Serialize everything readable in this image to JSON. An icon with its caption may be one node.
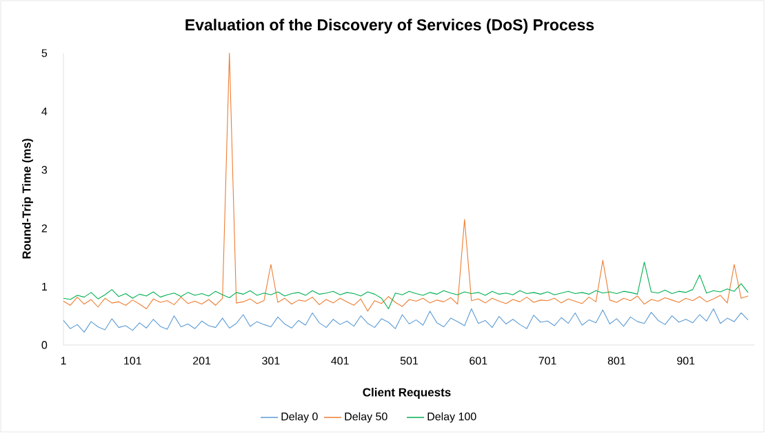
{
  "diagram": {
    "chart_data": {
      "type": "line",
      "title": "Evaluation of the Discovery of Services (DoS) Process",
      "xlabel": "Client Requests",
      "ylabel": "Round-Trip Time (ms)",
      "x": [
        1,
        11,
        21,
        31,
        41,
        51,
        61,
        71,
        81,
        91,
        101,
        111,
        121,
        131,
        141,
        151,
        161,
        171,
        181,
        191,
        201,
        211,
        221,
        231,
        241,
        251,
        261,
        271,
        281,
        291,
        301,
        311,
        321,
        331,
        341,
        351,
        361,
        371,
        381,
        391,
        401,
        411,
        421,
        431,
        441,
        451,
        461,
        471,
        481,
        491,
        501,
        511,
        521,
        531,
        541,
        551,
        561,
        571,
        581,
        591,
        601,
        611,
        621,
        631,
        641,
        651,
        661,
        671,
        681,
        691,
        701,
        711,
        721,
        731,
        741,
        751,
        761,
        771,
        781,
        791,
        801,
        811,
        821,
        831,
        841,
        851,
        861,
        871,
        881,
        891,
        901,
        911,
        921,
        931,
        941,
        951,
        961,
        971,
        981,
        991
      ],
      "series": [
        {
          "name": "Delay 0",
          "color": "#5b9bd5",
          "values": [
            0.42,
            0.28,
            0.35,
            0.22,
            0.4,
            0.31,
            0.26,
            0.45,
            0.3,
            0.33,
            0.25,
            0.38,
            0.29,
            0.44,
            0.32,
            0.27,
            0.5,
            0.31,
            0.36,
            0.28,
            0.41,
            0.33,
            0.3,
            0.46,
            0.29,
            0.37,
            0.52,
            0.32,
            0.4,
            0.35,
            0.31,
            0.48,
            0.36,
            0.29,
            0.42,
            0.34,
            0.55,
            0.38,
            0.3,
            0.44,
            0.35,
            0.41,
            0.32,
            0.5,
            0.37,
            0.3,
            0.45,
            0.39,
            0.28,
            0.52,
            0.36,
            0.43,
            0.34,
            0.58,
            0.38,
            0.31,
            0.46,
            0.4,
            0.33,
            0.62,
            0.37,
            0.42,
            0.3,
            0.49,
            0.36,
            0.44,
            0.35,
            0.28,
            0.51,
            0.39,
            0.41,
            0.33,
            0.47,
            0.37,
            0.55,
            0.34,
            0.43,
            0.38,
            0.6,
            0.36,
            0.45,
            0.32,
            0.48,
            0.4,
            0.37,
            0.56,
            0.42,
            0.35,
            0.5,
            0.39,
            0.44,
            0.38,
            0.52,
            0.41,
            0.62,
            0.37,
            0.46,
            0.4,
            0.55,
            0.43
          ]
        },
        {
          "name": "Delay 50",
          "color": "#ed7d31",
          "values": [
            0.75,
            0.68,
            0.82,
            0.7,
            0.78,
            0.65,
            0.8,
            0.72,
            0.74,
            0.68,
            0.77,
            0.7,
            0.62,
            0.79,
            0.73,
            0.76,
            0.69,
            0.82,
            0.71,
            0.75,
            0.7,
            0.78,
            0.68,
            0.8,
            5.0,
            0.72,
            0.74,
            0.79,
            0.71,
            0.76,
            1.38,
            0.73,
            0.8,
            0.7,
            0.77,
            0.75,
            0.82,
            0.69,
            0.78,
            0.72,
            0.8,
            0.74,
            0.68,
            0.79,
            0.58,
            0.76,
            0.71,
            0.83,
            0.73,
            0.66,
            0.78,
            0.75,
            0.8,
            0.72,
            0.77,
            0.74,
            0.81,
            0.7,
            2.15,
            0.76,
            0.79,
            0.72,
            0.8,
            0.75,
            0.71,
            0.78,
            0.74,
            0.82,
            0.73,
            0.77,
            0.76,
            0.8,
            0.72,
            0.79,
            0.75,
            0.71,
            0.82,
            0.74,
            1.45,
            0.77,
            0.73,
            0.8,
            0.76,
            0.84,
            0.7,
            0.78,
            0.75,
            0.81,
            0.77,
            0.73,
            0.8,
            0.76,
            0.83,
            0.74,
            0.79,
            0.85,
            0.72,
            1.38,
            0.8,
            0.84
          ]
        },
        {
          "name": "Delay 100",
          "color": "#00b050",
          "values": [
            0.8,
            0.78,
            0.85,
            0.82,
            0.9,
            0.79,
            0.86,
            0.95,
            0.83,
            0.88,
            0.8,
            0.87,
            0.84,
            0.91,
            0.82,
            0.86,
            0.89,
            0.83,
            0.9,
            0.85,
            0.88,
            0.84,
            0.92,
            0.86,
            0.81,
            0.9,
            0.87,
            0.93,
            0.85,
            0.89,
            0.86,
            0.91,
            0.84,
            0.88,
            0.9,
            0.85,
            0.93,
            0.87,
            0.89,
            0.92,
            0.86,
            0.9,
            0.88,
            0.84,
            0.91,
            0.87,
            0.8,
            0.62,
            0.89,
            0.86,
            0.92,
            0.88,
            0.85,
            0.9,
            0.87,
            0.93,
            0.89,
            0.86,
            0.91,
            0.88,
            0.9,
            0.85,
            0.92,
            0.87,
            0.89,
            0.86,
            0.93,
            0.88,
            0.9,
            0.87,
            0.91,
            0.86,
            0.89,
            0.92,
            0.88,
            0.9,
            0.87,
            0.93,
            0.89,
            0.91,
            0.88,
            0.92,
            0.9,
            0.87,
            1.42,
            0.91,
            0.89,
            0.94,
            0.88,
            0.92,
            0.9,
            0.95,
            1.2,
            0.89,
            0.93,
            0.91,
            0.96,
            0.92,
            1.05,
            0.9
          ]
        }
      ],
      "xlim": [
        1,
        1000
      ],
      "ylim": [
        0,
        5
      ],
      "xticks": [
        1,
        101,
        201,
        301,
        401,
        501,
        601,
        701,
        801,
        901
      ],
      "yticks": [
        0,
        1,
        2,
        3,
        4,
        5
      ],
      "legend": "bottom"
    }
  }
}
